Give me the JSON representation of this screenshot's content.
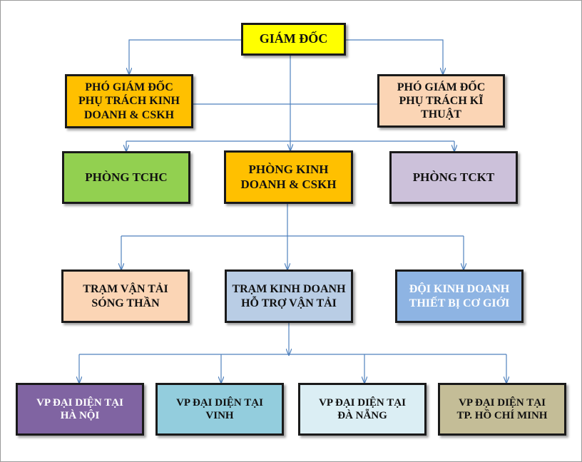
{
  "nodes": {
    "giam_doc": {
      "lines": [
        "GIÁM ĐỐC"
      ],
      "color": "#ffff00"
    },
    "pgd_kinh_doanh": {
      "lines": [
        "PHÓ GIÁM ĐỐC",
        "PHỤ TRÁCH KINH",
        "DOANH & CSKH"
      ],
      "color": "#ffc000"
    },
    "pgd_ki_thuat": {
      "lines": [
        "PHÓ GIÁM ĐỐC",
        "PHỤ TRÁCH KĨ",
        "THUẬT"
      ],
      "color": "#fbd5b5"
    },
    "phong_tchc": {
      "lines": [
        "PHÒNG TCHC"
      ],
      "color": "#92d050"
    },
    "phong_kinh_doanh": {
      "lines": [
        "PHÒNG KINH",
        "DOANH & CSKH"
      ],
      "color": "#ffc000"
    },
    "phong_tckt": {
      "lines": [
        "PHÒNG TCKT"
      ],
      "color": "#ccc1da"
    },
    "tram_van_tai": {
      "lines": [
        "TRẠM VẬN TẢI",
        "SÓNG THẦN"
      ],
      "color": "#fbd5b5"
    },
    "tram_kinh_doanh": {
      "lines": [
        "TRẠM KINH DOANH",
        "HỖ TRỢ VẬN TẢI"
      ],
      "color": "#b9cde5"
    },
    "doi_kinh_doanh": {
      "lines": [
        "ĐỘI KINH DOANH",
        "THIẾT BỊ CƠ GIỚI"
      ],
      "color": "#8eb4e3"
    },
    "vp_ha_noi": {
      "lines": [
        "VP ĐẠI DIỆN TẠI",
        "HÀ NỘI"
      ],
      "color": "#8064a2"
    },
    "vp_vinh": {
      "lines": [
        "VP ĐẠI DIỆN TẠI",
        "VINH"
      ],
      "color": "#93cddd"
    },
    "vp_da_nang": {
      "lines": [
        "VP ĐẠI DIỆN TẠI",
        "ĐÀ NẴNG"
      ],
      "color": "#dbeef4"
    },
    "vp_hcm": {
      "lines": [
        "VP ĐẠI DIỆN TẠI",
        "TP. HỒ CHÍ MINH"
      ],
      "color": "#c4bd97"
    }
  },
  "connector_color": "#4f81bd"
}
